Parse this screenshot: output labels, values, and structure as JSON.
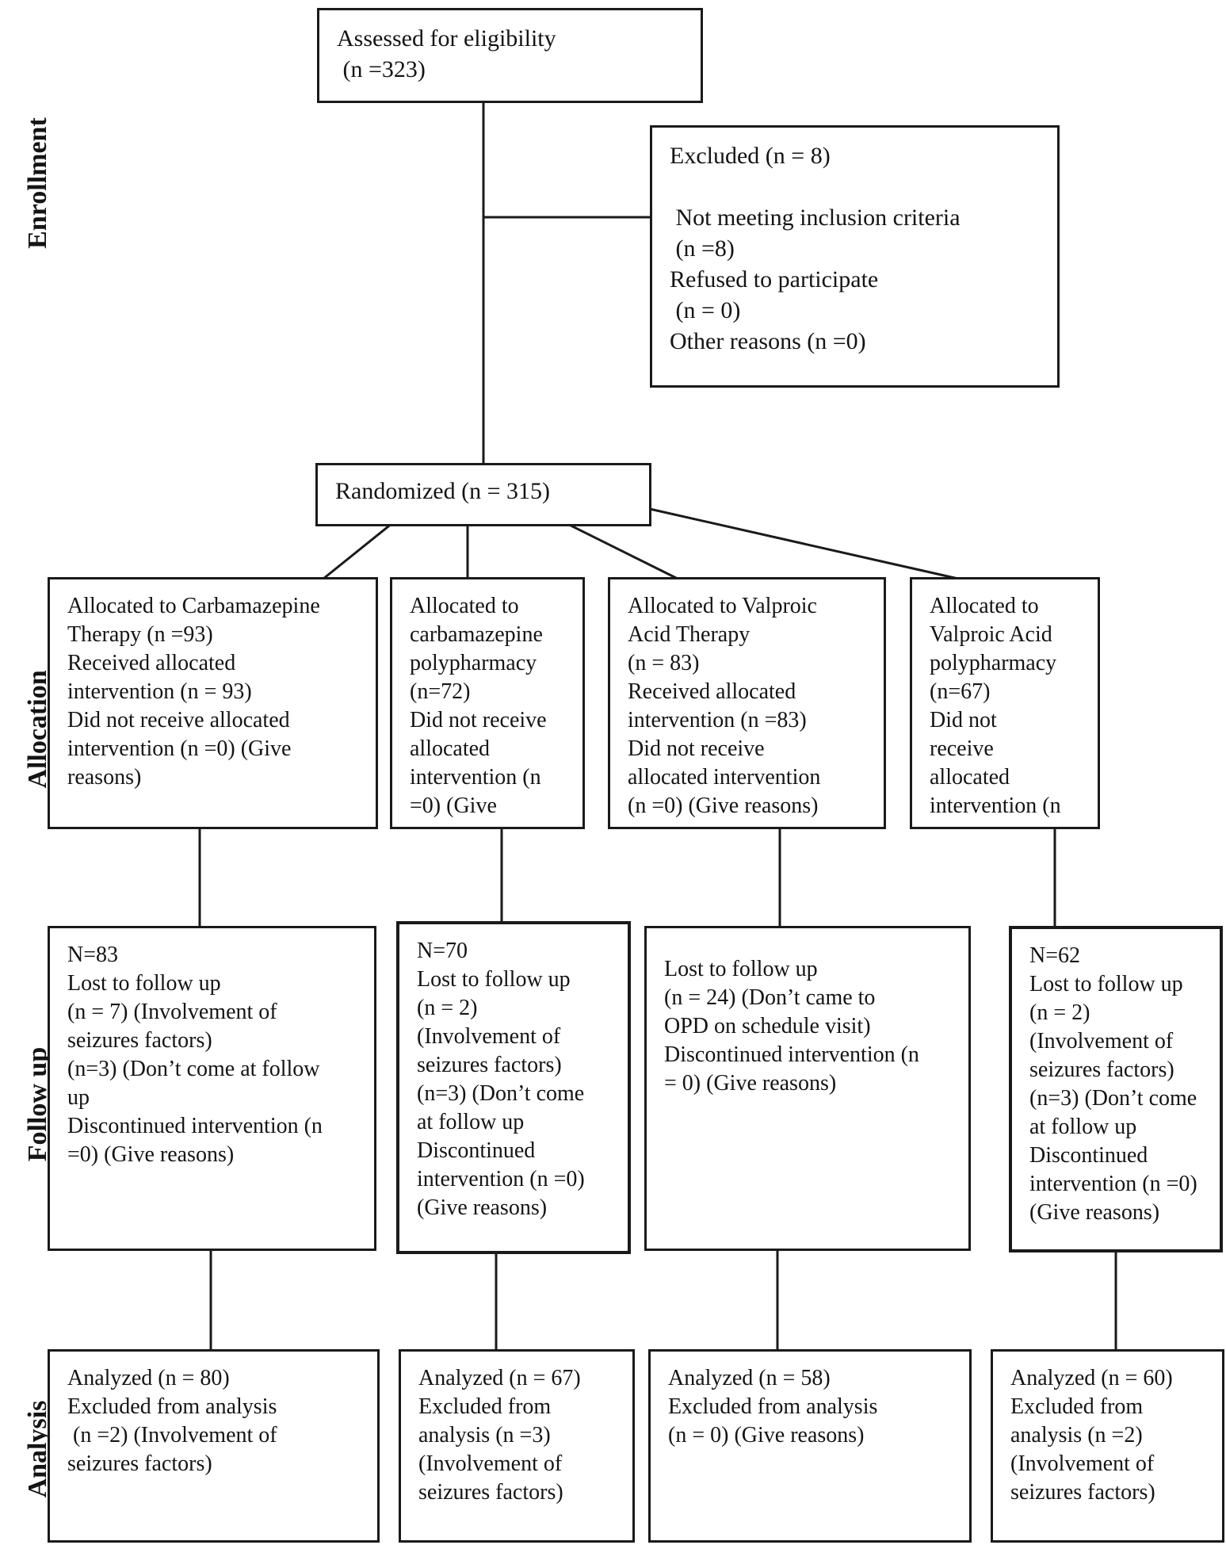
{
  "stages": {
    "enrollment": "Enrollment",
    "allocation": "Allocation",
    "followup": "Follow up",
    "analysis": "Analysis"
  },
  "boxes": {
    "assessed": "Assessed for eligibility\n (n =323)",
    "excluded": "Excluded (n = 8)\n\n Not meeting inclusion criteria\n (n =8)\nRefused to participate\n (n = 0)\nOther reasons (n =0)",
    "randomized": "Randomized (n = 315)",
    "alloc_carbamazepine_therapy": "Allocated to Carbamazepine\nTherapy (n =93)\nReceived allocated\nintervention (n = 93)\nDid not receive allocated\nintervention (n =0) (Give\nreasons)",
    "alloc_carbamazepine_polypharmacy": "Allocated to\ncarbamazepine\npolypharmacy\n(n=72)\nDid not receive\nallocated\nintervention (n\n=0) (Give",
    "alloc_valproic_therapy": "Allocated to Valproic\nAcid Therapy\n(n = 83)\nReceived allocated\nintervention (n =83)\nDid not receive\nallocated intervention\n(n =0) (Give reasons)",
    "alloc_valproic_polypharmacy": "Allocated to\nValproic Acid\npolypharmacy\n(n=67)\nDid not\nreceive\nallocated\nintervention (n",
    "followup_carbamazepine_therapy": "N=83\nLost to follow up\n(n = 7) (Involvement of\nseizures factors)\n(n=3) (Don’t come at follow\nup\nDiscontinued intervention (n\n=0) (Give reasons)",
    "followup_carbamazepine_polypharmacy": "N=70\nLost to follow up\n(n = 2)\n(Involvement of\nseizures factors)\n(n=3) (Don’t come\nat follow up\nDiscontinued\nintervention (n =0)\n(Give reasons)",
    "followup_valproic_therapy": "Lost to follow up\n(n = 24) (Don’t came to\nOPD on schedule visit)\nDiscontinued intervention (n\n= 0) (Give reasons)",
    "followup_valproic_polypharmacy": "N=62\nLost to follow up\n(n = 2)\n(Involvement of\nseizures factors)\n(n=3) (Don’t come\nat follow up\nDiscontinued\nintervention (n =0)\n(Give reasons)",
    "analysis_carbamazepine_therapy": "Analyzed (n = 80)\nExcluded from analysis\n (n =2) (Involvement of\nseizures factors)",
    "analysis_carbamazepine_polypharmacy": "Analyzed (n = 67)\nExcluded from\nanalysis (n =3)\n(Involvement of\nseizures factors)",
    "analysis_valproic_therapy": "Analyzed (n = 58)\nExcluded from analysis\n(n = 0) (Give reasons)",
    "analysis_valproic_polypharmacy": "Analyzed (n = 60)\nExcluded from\nanalysis (n =2)\n(Involvement of\nseizures factors)"
  }
}
